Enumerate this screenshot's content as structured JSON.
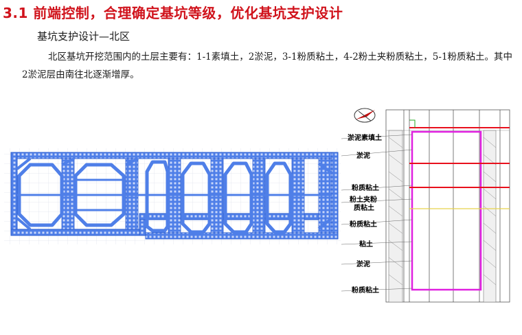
{
  "header": {
    "title": "3.1 前端控制，合理确定基坑等级，优化基坑支护设计",
    "subtitle": "基坑支护设计—北区"
  },
  "content": {
    "paragraph": "北区基坑开挖范围内的土层主要有：1-1素填土，2淤泥，3-1粉质粘土，4-2粉土夹粉质粘土，5-1粉质粘土。其中2淤泥层由南往北逐渐增厚。"
  },
  "section_labels": [
    "淤泥素填土",
    "淤泥",
    "粉质粘土",
    "粉土夹粉",
    "质粘土",
    "粉质粘土",
    "粘土",
    "淤泥",
    "粉质粘土"
  ],
  "colors": {
    "title": "#d0121b",
    "strut": "#4f7fe8",
    "strut_dark": "#2e5fd0",
    "red_line": "#e8101c",
    "magenta": "#e020e0"
  }
}
